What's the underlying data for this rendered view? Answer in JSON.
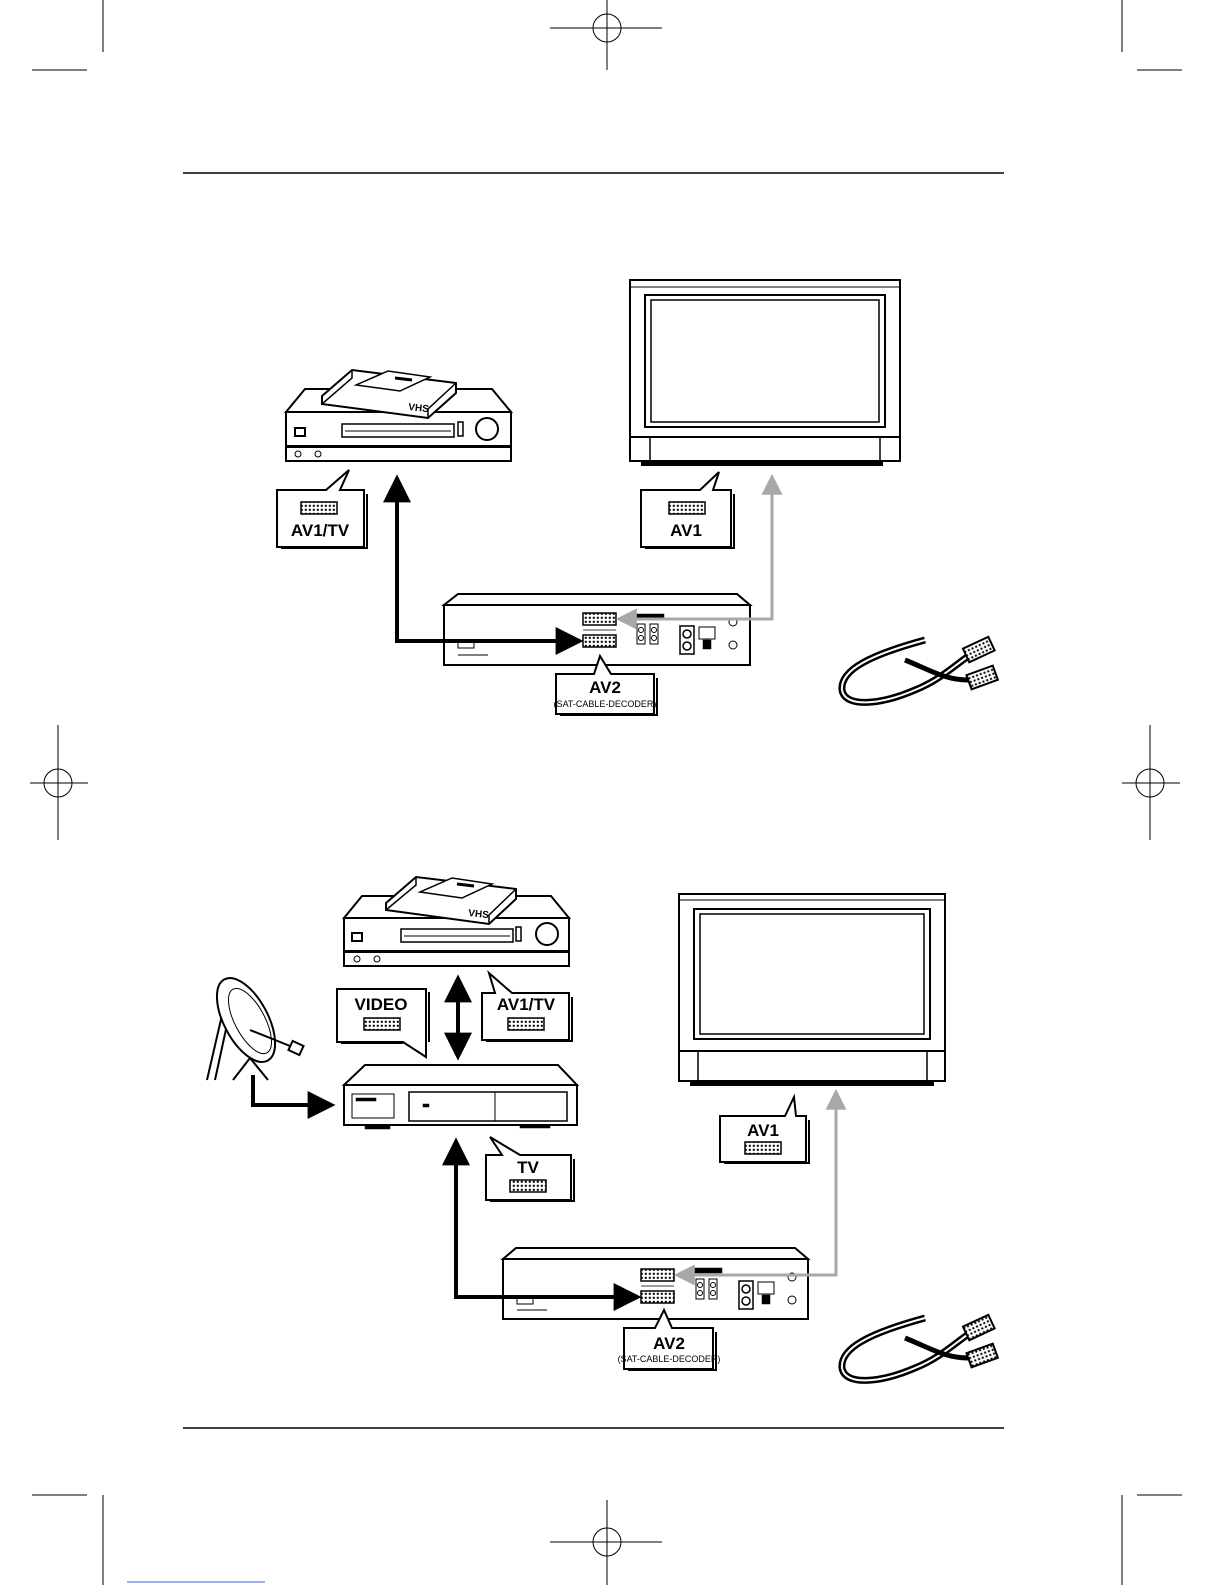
{
  "diagram_top": {
    "vcr": {
      "cassette_label": "VHS"
    },
    "vcr_callout": {
      "label": "AV1/TV"
    },
    "tv_callout": {
      "label": "AV1"
    },
    "dvd_callout": {
      "label": "AV2",
      "sublabel": "(SAT-CABLE-DECODER)"
    }
  },
  "diagram_bottom": {
    "vcr": {
      "cassette_label": "VHS"
    },
    "decoder_video_callout": {
      "label": "VIDEO"
    },
    "vcr_callout": {
      "label": "AV1/TV"
    },
    "decoder_tv_callout": {
      "label": "TV"
    },
    "tv_callout": {
      "label": "AV1"
    },
    "dvd_callout": {
      "label": "AV2",
      "sublabel": "(SAT-CABLE-DECODER)"
    }
  },
  "colors": {
    "link_black": "#000000",
    "link_grey": "#a8a8a8"
  }
}
